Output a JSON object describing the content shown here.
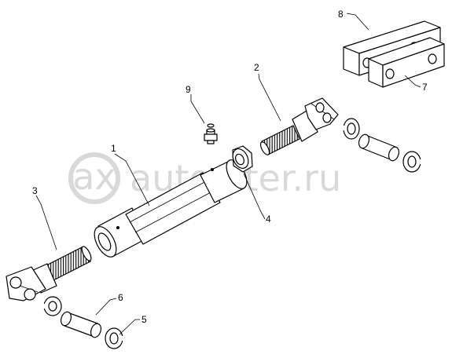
{
  "watermark": {
    "text": "autopiter.ru",
    "color": "#d9d9d9"
  },
  "callouts": [
    {
      "id": "1",
      "label": "1",
      "part": "turnbuckle-body"
    },
    {
      "id": "2",
      "label": "2",
      "part": "right-clevis-rod"
    },
    {
      "id": "3",
      "label": "3",
      "part": "left-clevis-rod"
    },
    {
      "id": "4",
      "label": "4",
      "part": "hex-nut"
    },
    {
      "id": "5",
      "label": "5",
      "part": "lower-retaining-clip"
    },
    {
      "id": "6",
      "label": "6",
      "part": "lower-pin"
    },
    {
      "id": "7",
      "label": "7",
      "part": "front-plate"
    },
    {
      "id": "8",
      "label": "8",
      "part": "back-plate"
    },
    {
      "id": "9",
      "label": "9",
      "part": "grease-nipple"
    }
  ]
}
